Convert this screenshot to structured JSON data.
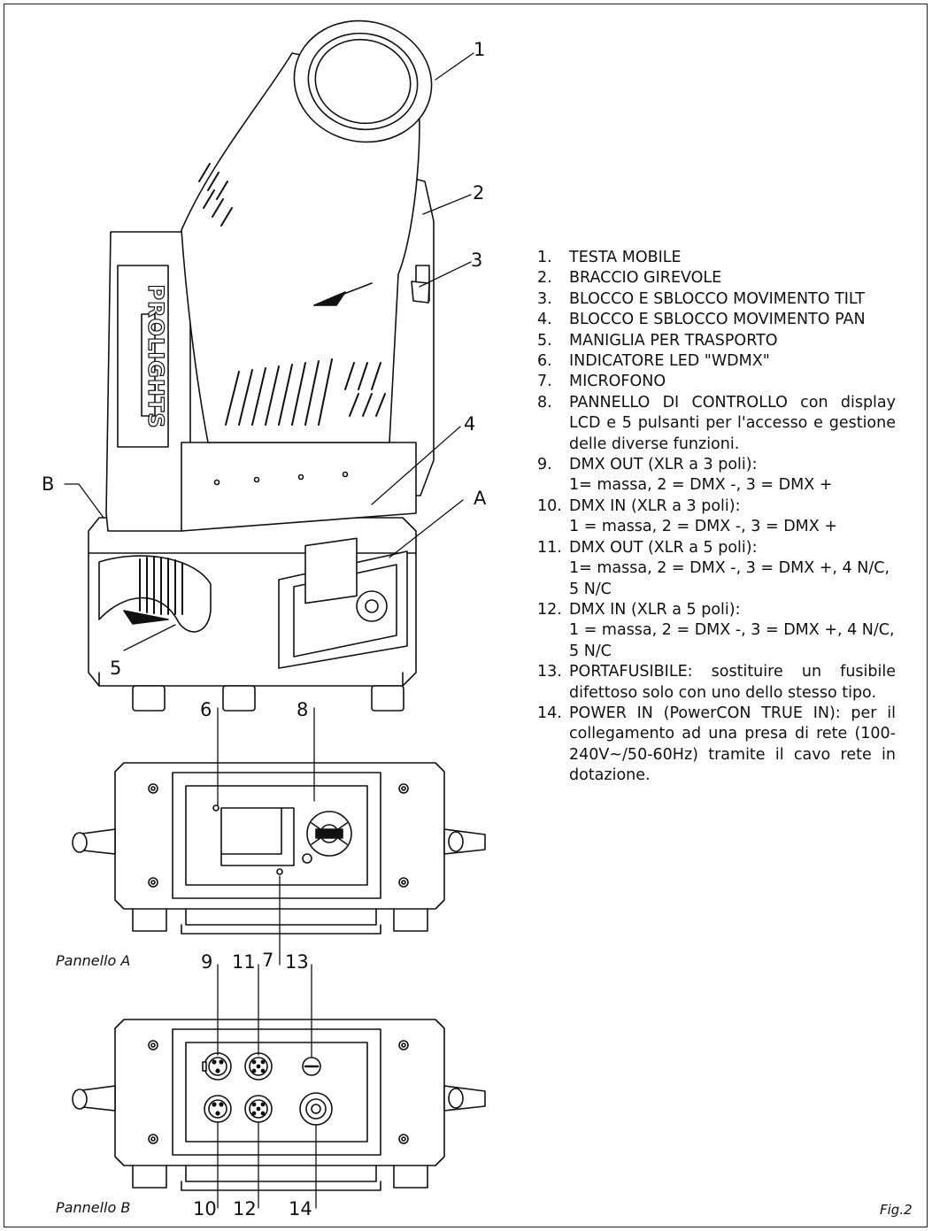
{
  "figure": {
    "label": "Fig.2"
  },
  "callouts": {
    "c1": "1",
    "c2": "2",
    "c3": "3",
    "c4": "4",
    "c5": "5",
    "cA": "A",
    "cB": "B",
    "c6": "6",
    "c7": "7",
    "c8": "8",
    "c9": "9",
    "c10": "10",
    "c11": "11",
    "c12": "12",
    "c13": "13",
    "c14": "14"
  },
  "device": {
    "logo_text": "PROLIGHTS"
  },
  "panels": {
    "a_caption": "Pannello A",
    "b_caption": "Pannello B"
  },
  "legend": [
    {
      "num": "1.",
      "title": "TESTA MOBILE"
    },
    {
      "num": "2.",
      "title": "BRACCIO GIREVOLE"
    },
    {
      "num": "3.",
      "title": "BLOCCO E SBLOCCO MOVIMENTO TILT"
    },
    {
      "num": "4.",
      "title": "BLOCCO E SBLOCCO MOVIMENTO PAN"
    },
    {
      "num": "5.",
      "title": "MANIGLIA PER TRASPORTO"
    },
    {
      "num": "6.",
      "title": "INDICATORE LED \"WDMX\""
    },
    {
      "num": "7.",
      "title": "MICROFONO"
    },
    {
      "num": "8.",
      "title": "PANNELLO DI CONTROLLO  con display LCD e 5 pulsanti per l'accesso e gestione delle diverse funzioni."
    },
    {
      "num": "9.",
      "title": "DMX OUT (XLR a 3 poli):",
      "desc": "1= massa, 2 = DMX -, 3 = DMX +"
    },
    {
      "num": "10.",
      "title": "DMX IN (XLR a 3 poli):",
      "desc": "1 = massa, 2 = DMX -, 3 = DMX +"
    },
    {
      "num": "11.",
      "title": "DMX OUT (XLR a 5 poli):",
      "desc": "1= massa, 2 = DMX -, 3 = DMX +, 4 N/C, 5 N/C"
    },
    {
      "num": "12.",
      "title": "DMX IN (XLR a 5 poli):",
      "desc": "1 = massa, 2 = DMX -, 3 = DMX +, 4 N/C, 5 N/C"
    },
    {
      "num": "13.",
      "title": "PORTAFUSIBILE:  sostituire  un fusibile difettoso solo con uno dello stesso tipo."
    },
    {
      "num": "14.",
      "title": "POWER IN (PowerCON TRUE IN): per il collegamento ad una presa di rete (100-240V~/50-60Hz) tramite il cavo rete in dotazione."
    }
  ]
}
